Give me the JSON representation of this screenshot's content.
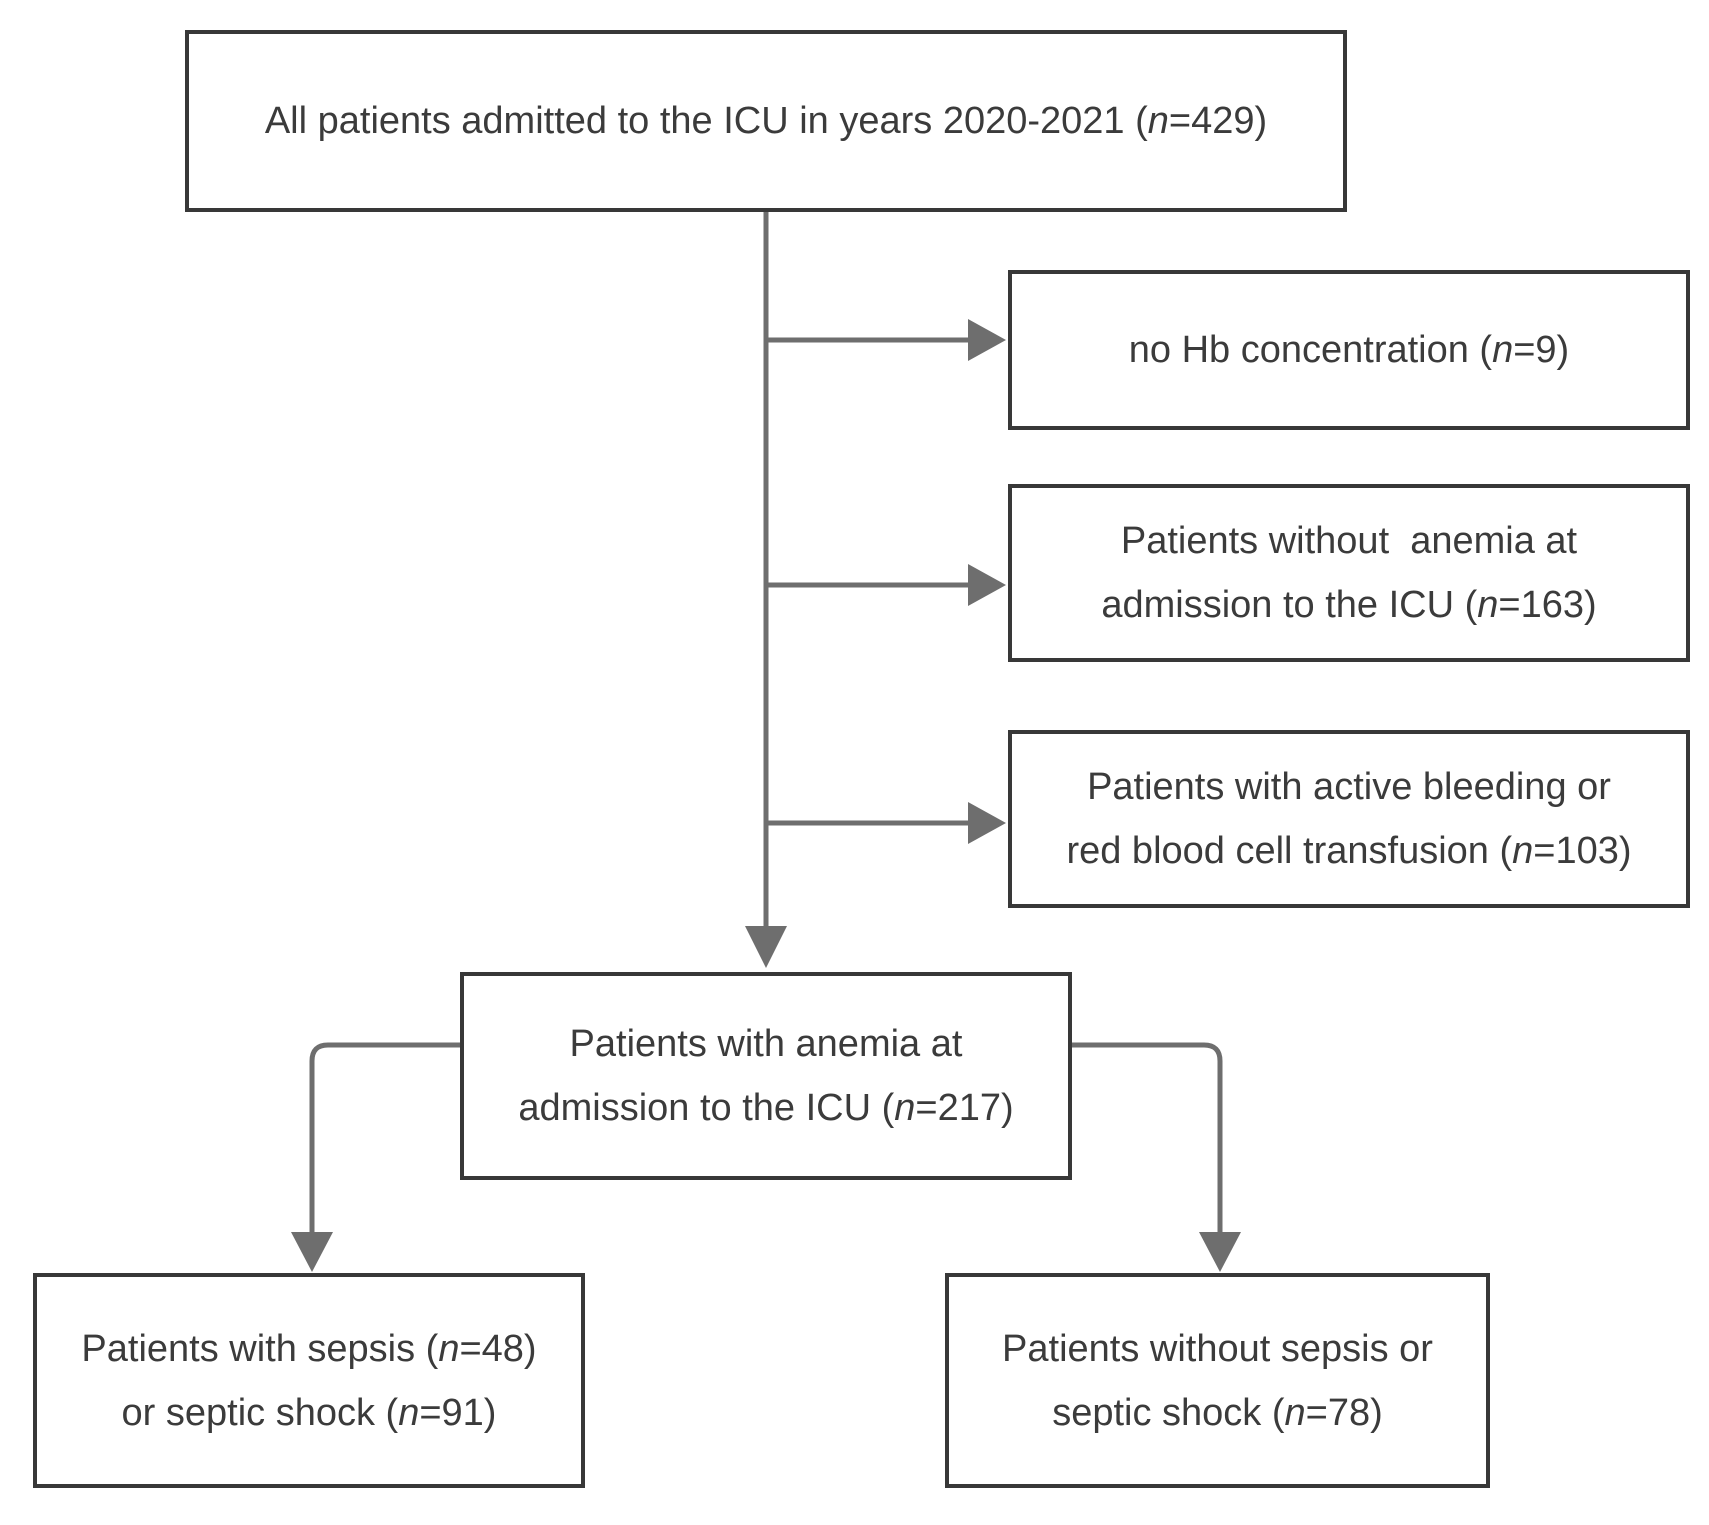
{
  "figure": {
    "type": "flowchart",
    "boxes": {
      "all_patients": {
        "lines": [
          [
            {
              "t": "All patients admitted to the ICU in years 2020-2021 ("
            },
            {
              "t": "n",
              "i": true
            },
            {
              "t": "=429)"
            }
          ]
        ]
      },
      "no_hb": {
        "lines": [
          [
            {
              "t": "no Hb concentration ("
            },
            {
              "t": "n",
              "i": true
            },
            {
              "t": "=9)"
            }
          ]
        ]
      },
      "without_anemia": {
        "lines": [
          [
            {
              "t": "Patients without  anemia at"
            }
          ],
          [
            {
              "t": "admission to the ICU ("
            },
            {
              "t": "n",
              "i": true
            },
            {
              "t": "=163)"
            }
          ]
        ]
      },
      "active_bleeding": {
        "lines": [
          [
            {
              "t": "Patients with active bleeding or"
            }
          ],
          [
            {
              "t": "red blood cell transfusion ("
            },
            {
              "t": "n",
              "i": true
            },
            {
              "t": "=103)"
            }
          ]
        ]
      },
      "with_anemia": {
        "lines": [
          [
            {
              "t": "Patients with anemia at"
            }
          ],
          [
            {
              "t": "admission to the ICU ("
            },
            {
              "t": "n",
              "i": true
            },
            {
              "t": "=217)"
            }
          ]
        ]
      },
      "sepsis": {
        "lines": [
          [
            {
              "t": "Patients with sepsis ("
            },
            {
              "t": "n",
              "i": true
            },
            {
              "t": "=48)"
            }
          ],
          [
            {
              "t": "or septic shock ("
            },
            {
              "t": "n",
              "i": true
            },
            {
              "t": "=91)"
            }
          ]
        ]
      },
      "no_sepsis": {
        "lines": [
          [
            {
              "t": "Patients without sepsis or"
            }
          ],
          [
            {
              "t": "septic shock ("
            },
            {
              "t": "n",
              "i": true
            },
            {
              "t": "=78)"
            }
          ]
        ]
      }
    },
    "counts": {
      "admitted": 429,
      "no_hb_concentration": 9,
      "without_anemia": 163,
      "active_bleeding_or_transfusion": 103,
      "with_anemia": 217,
      "sepsis": 48,
      "septic_shock": 91,
      "without_sepsis_or_septic_shock": 78
    }
  },
  "colors": {
    "box-border": "#383838",
    "connector": "#6e6e6e",
    "text": "#3b3b3b",
    "background": "#ffffff"
  }
}
